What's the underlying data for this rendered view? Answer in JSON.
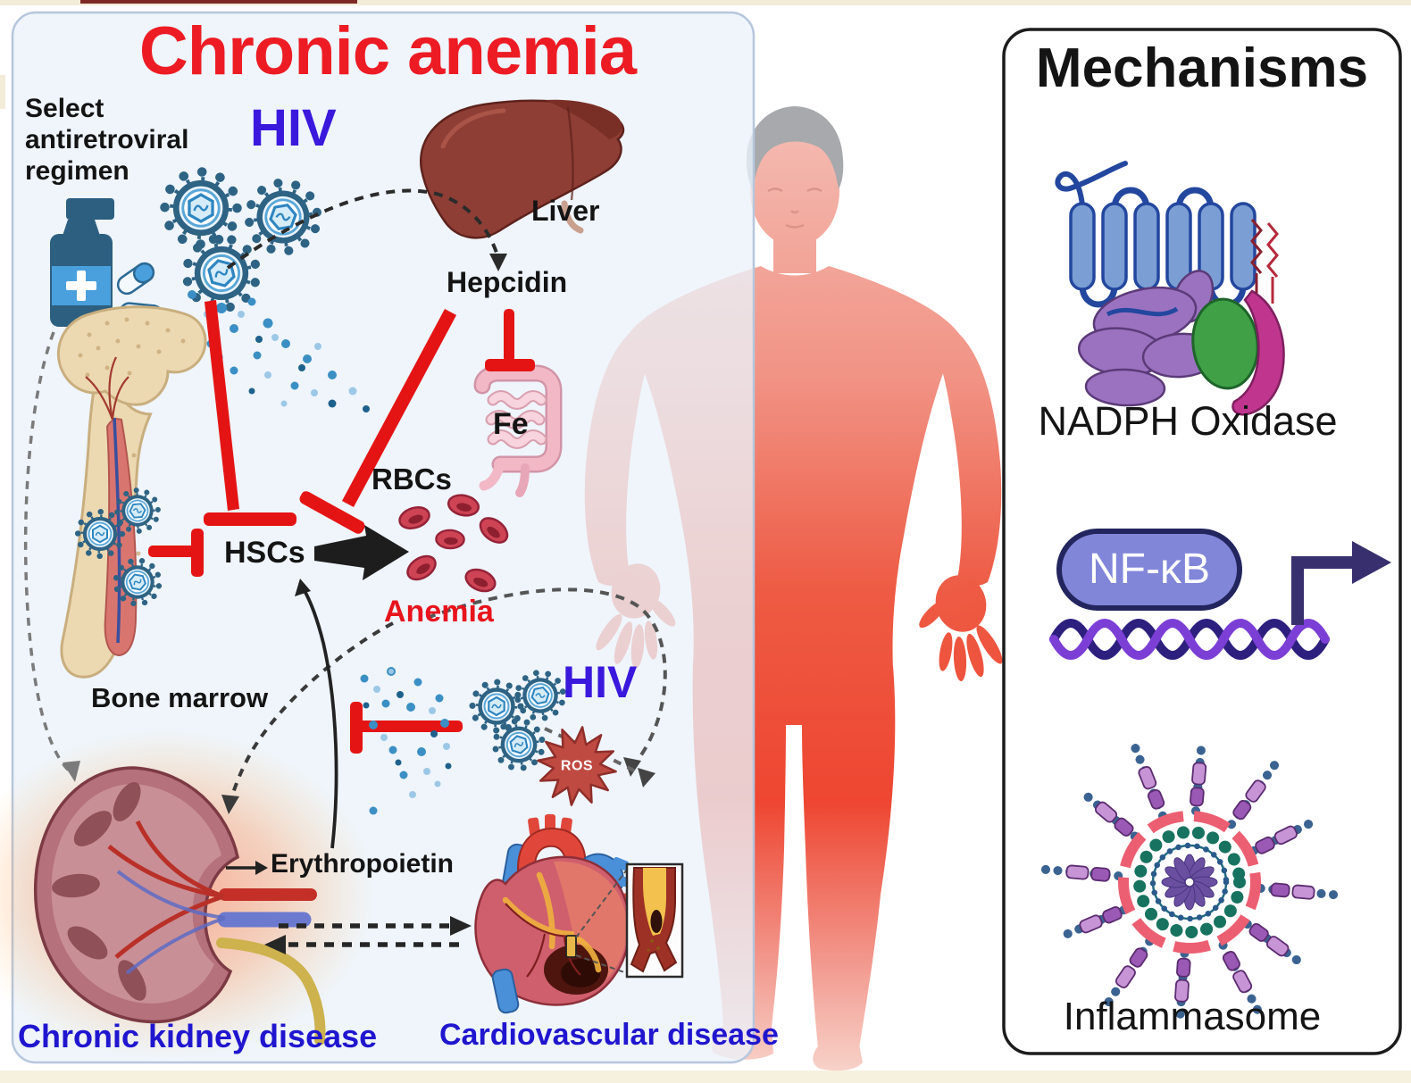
{
  "left_panel": {
    "title": "Chronic anemia",
    "regimen": "Select antiretroviral regimen",
    "hiv_top": "HIV",
    "liver": "Liver",
    "hepcidin": "Hepcidin",
    "iron": "Fe",
    "rbcs": "RBCs",
    "hscs": "HSCs",
    "anemia": "Anemia",
    "bone_marrow": "Bone marrow",
    "erythropoietin": "Erythropoietin",
    "hiv_lower": "HIV",
    "ros": "ROS",
    "kidney_disease": "Chronic kidney disease",
    "cardio_disease": "Cardiovascular disease"
  },
  "right_panel": {
    "title": "Mechanisms",
    "nadph": "NADPH Oxidase",
    "nfkb": "NF-κB",
    "inflammasome": "Inflammasome"
  },
  "colors": {
    "title_red": "#ed1c24",
    "hiv_blue": "#3a18dc",
    "disease_blue": "#2016cf",
    "anemia_red": "#e8141c",
    "inhibition_red": "#e51414",
    "ros_fill": "#bf4a42",
    "nfkb_pill": "#8186d9",
    "left_panel_bg": "#edf3fa"
  }
}
